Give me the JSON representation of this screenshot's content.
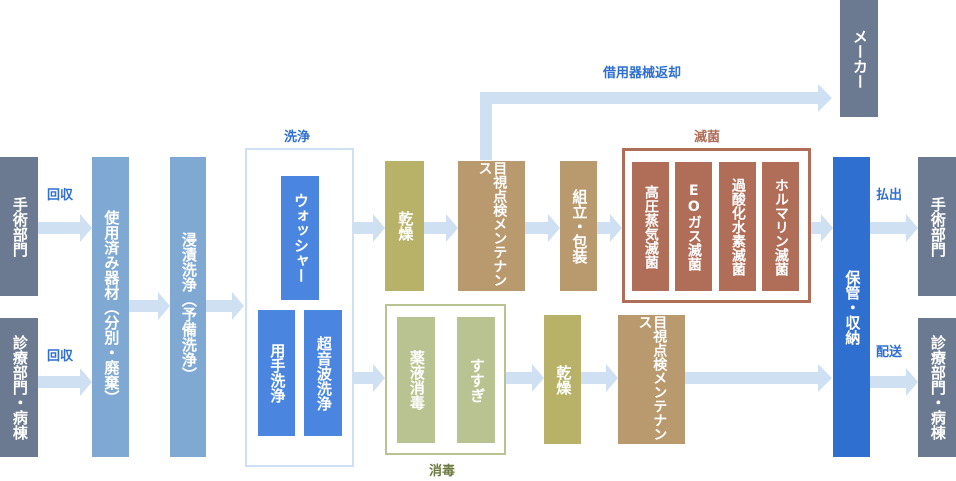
{
  "sources": {
    "surgery": "手術部門",
    "clinical": "診療部門・病棟"
  },
  "labels": {
    "collect_top": "回収",
    "collect_bottom": "回収",
    "washing_group": "洗浄",
    "disinfection_group": "消毒",
    "sterilization_group": "滅菌",
    "loan_return": "借用器械返却",
    "dispatch": "払出",
    "delivery": "配送"
  },
  "steps": {
    "used_items": "使用済み器材（分別・廃棄）",
    "soak_wash": "浸漬洗浄（予備洗浄）",
    "washer": "ウォッシャー",
    "hand_wash": "用手洗浄",
    "ultrasonic": "超音波洗浄",
    "dry_top": "乾燥",
    "inspect_top": "目視点検メンテナンス",
    "assembly": "組立・包装",
    "autoclave": "高圧蒸気滅菌",
    "eo": "EOガス滅菌",
    "h2o2": "過酸化水素滅菌",
    "formalin": "ホルマリン滅菌",
    "chemical_disinfect": "薬液消毒",
    "rinse": "すすぎ",
    "dry_bottom": "乾燥",
    "inspect_bottom": "目視点検メンテナンス",
    "storage": "保管・収納",
    "maker": "メーカー"
  },
  "destinations": {
    "surgery": "手術部門",
    "clinical": "診療部門・病棟"
  },
  "colors": {
    "arrow": "#cfe0f3",
    "source_gray": "#6b7a90",
    "label_blue": "#2f6fd0",
    "washer_blue": "#4a86e0",
    "sterilize_brown": "#b06e58",
    "disinfect_frame": "#b9c391"
  }
}
